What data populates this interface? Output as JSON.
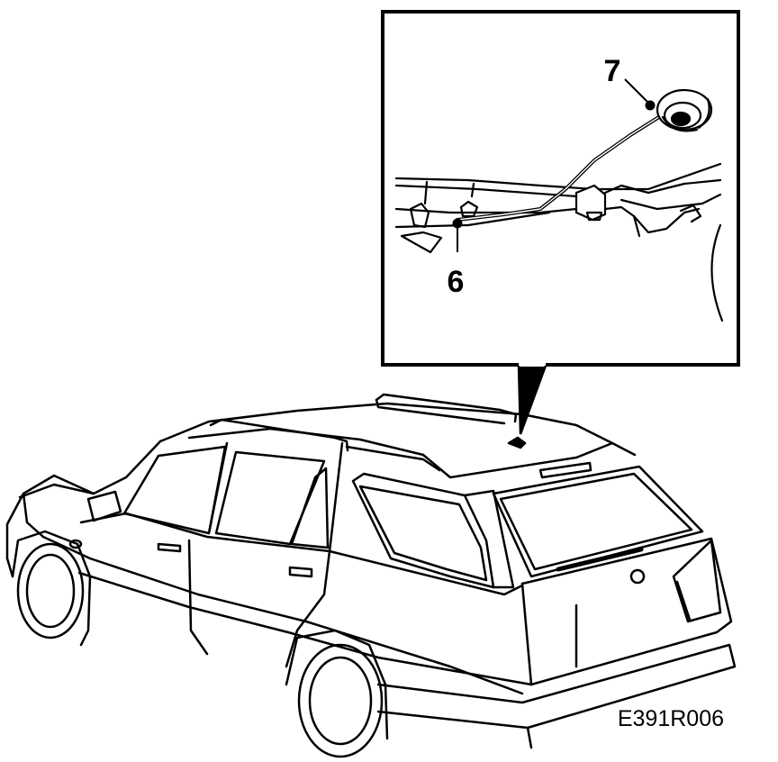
{
  "figure": {
    "callouts": [
      {
        "id": "6",
        "label": "6"
      },
      {
        "id": "7",
        "label": "7"
      }
    ],
    "figure_code": "E391R006"
  }
}
